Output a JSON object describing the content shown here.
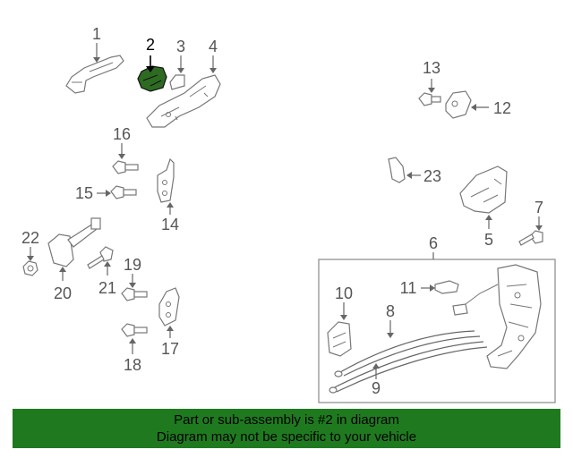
{
  "callouts": {
    "c1": "1",
    "c2": "2",
    "c3": "3",
    "c4": "4",
    "c5": "5",
    "c6": "6",
    "c7": "7",
    "c8": "8",
    "c9": "9",
    "c10": "10",
    "c11": "11",
    "c12": "12",
    "c13": "13",
    "c14": "14",
    "c15": "15",
    "c16": "16",
    "c17": "17",
    "c18": "18",
    "c19": "19",
    "c20": "20",
    "c21": "21",
    "c22": "22",
    "c23": "23"
  },
  "highlight": {
    "part": "2",
    "color": "#2e6b22"
  },
  "banner": {
    "line1": "Part or sub-assembly is #2 in diagram",
    "line2": "Diagram may not be specific to your vehicle",
    "color": "#1f7a1f"
  }
}
